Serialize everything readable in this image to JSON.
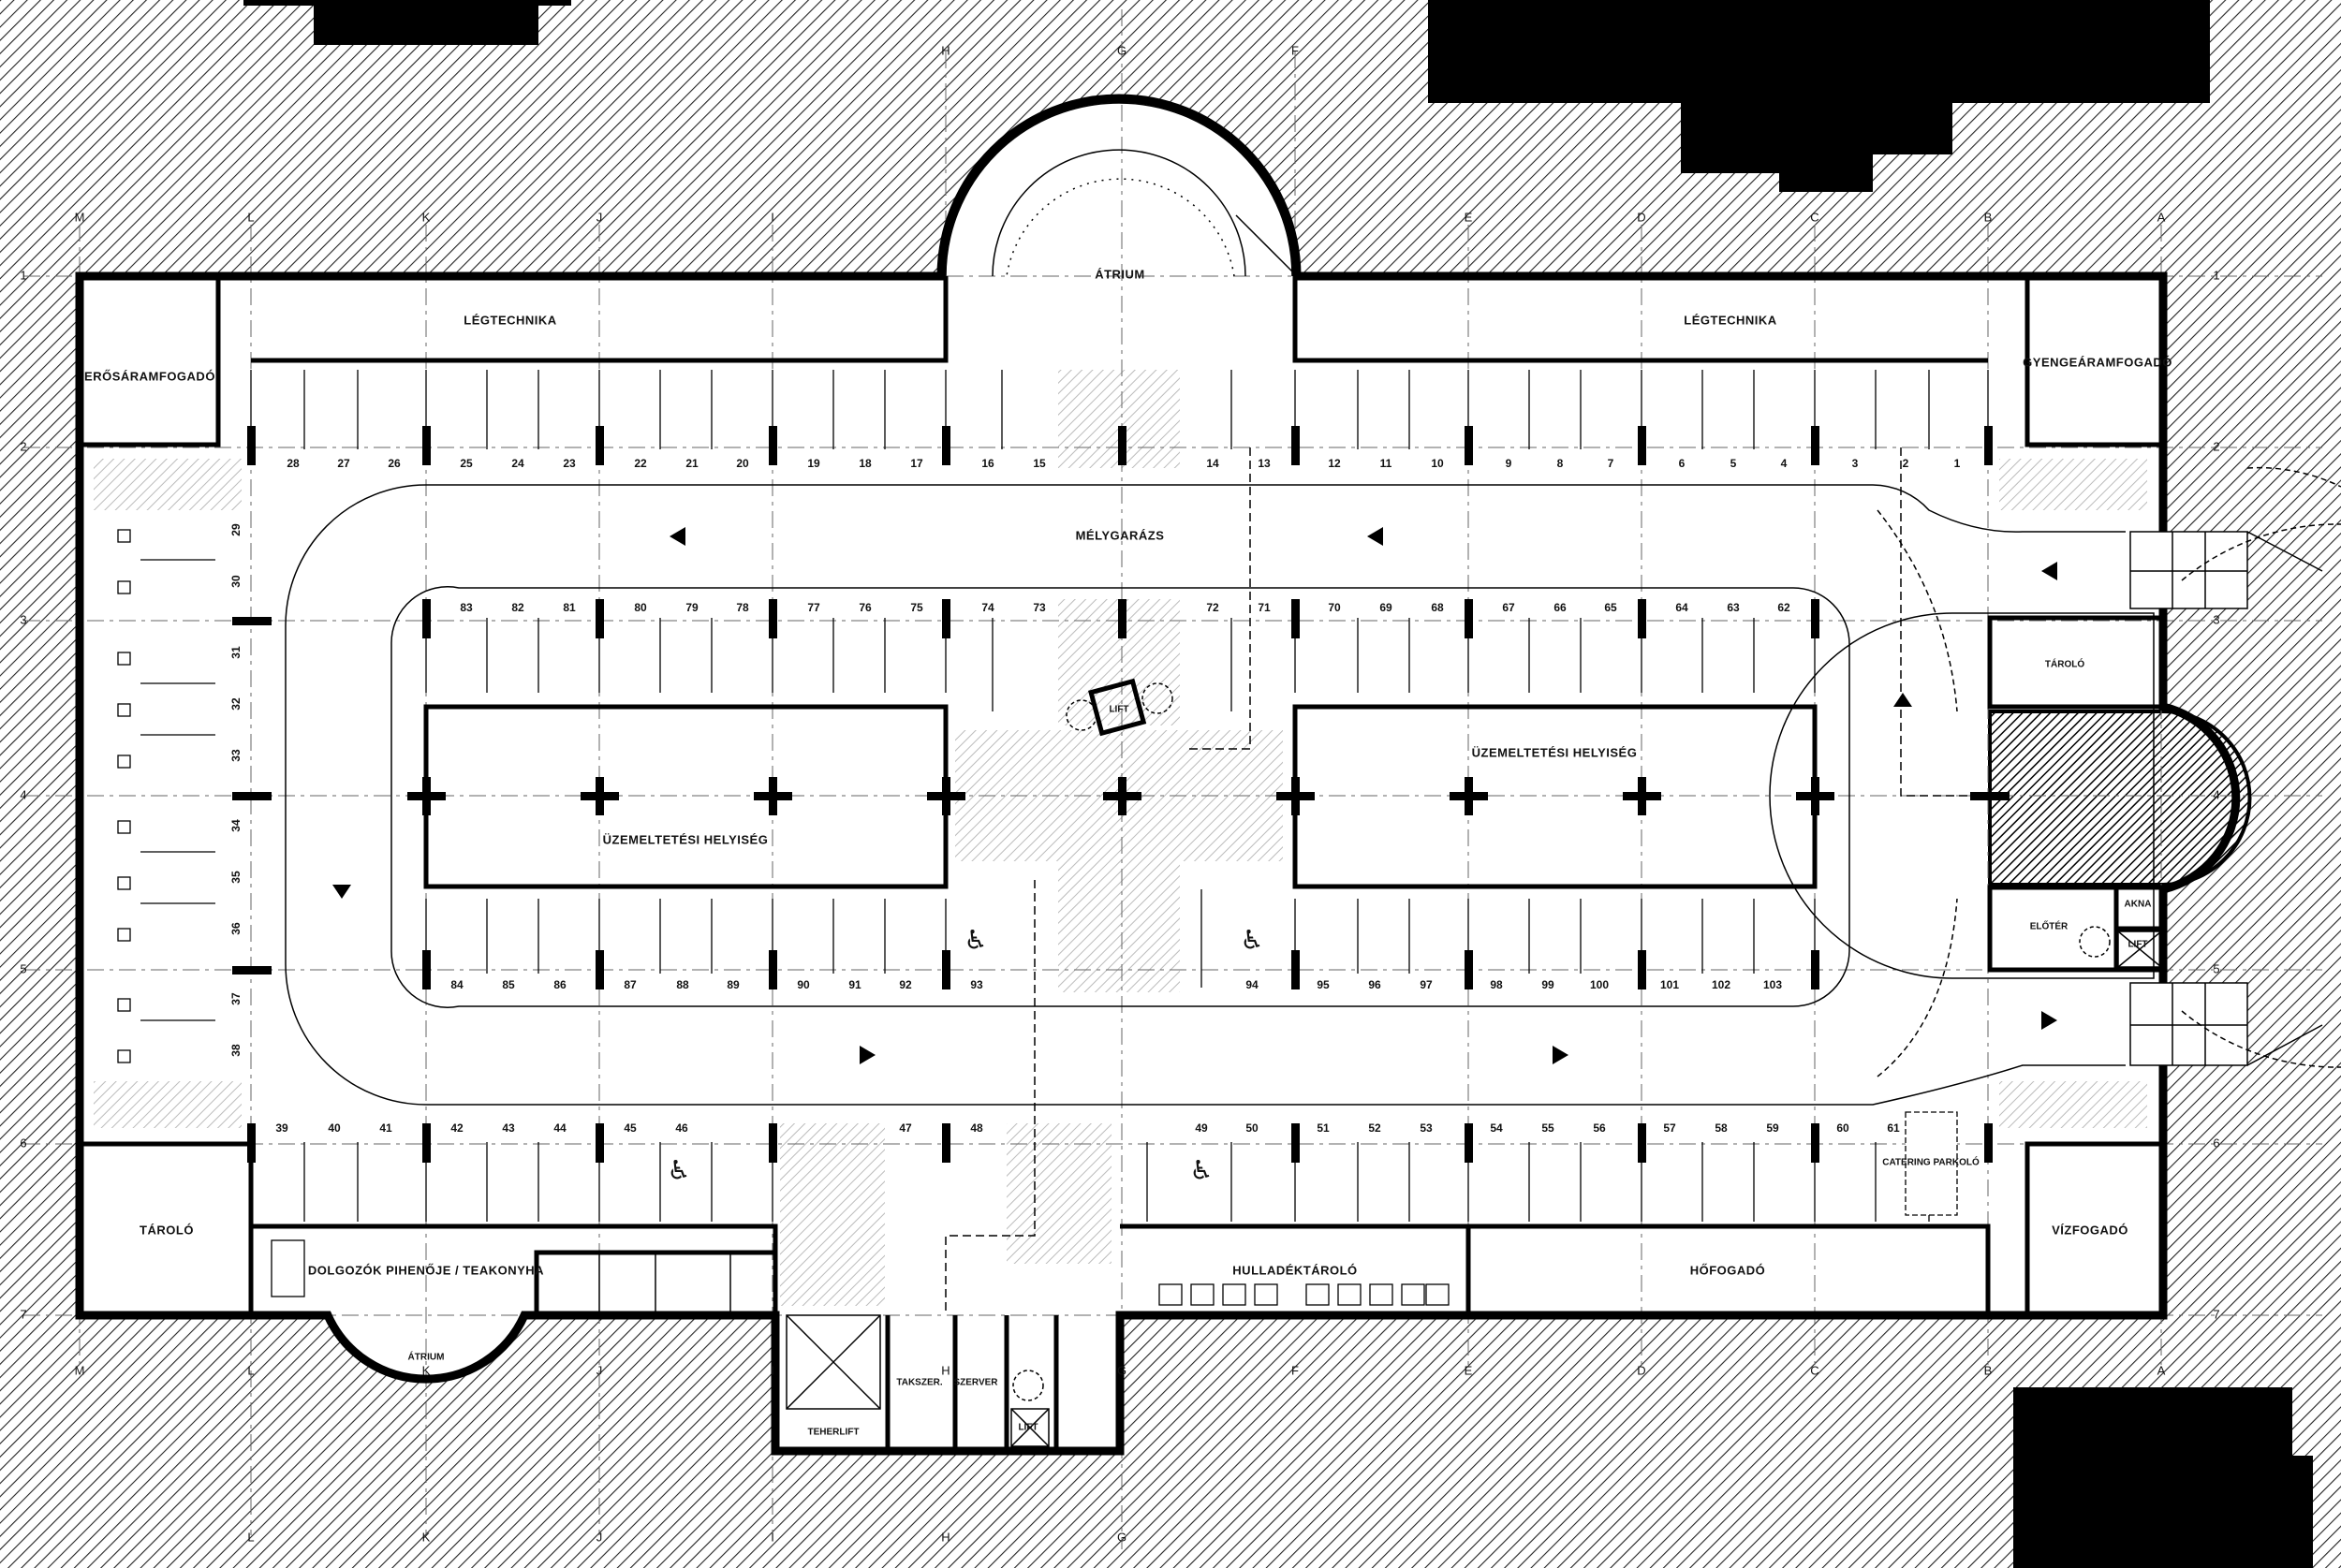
{
  "rooms": {
    "legtechnika_left": "LÉGTECHNIKA",
    "legtechnika_right": "LÉGTECHNIKA",
    "atrium_top": "ÁTRIUM",
    "atrium_bottom": "ÁTRIUM",
    "erosaram": "ERŐSÁRAMFOGADÓ",
    "gyengearam": "GYENGEÁRAMFOGADÓ",
    "melygarazs": "MÉLYGARÁZS",
    "uzemeltetesi_left": "ÜZEMELTETÉSI HELYISÉG",
    "uzemeltetesi_right": "ÜZEMELTETÉSI HELYISÉG",
    "lift_center": "LIFT",
    "taroló_right": "TÁROLÓ",
    "eloter": "ELŐTÉR",
    "akna": "AKNA",
    "lift_right": "LIFT",
    "tarolo_left": "TÁROLÓ",
    "dolgozok": "DOLGOZÓK PIHENŐJE / TEAKONYHA",
    "hulladek": "HULLADÉKTÁROLÓ",
    "hofogado": "HŐFOGADÓ",
    "vizfogado": "VÍZFOGADÓ",
    "catering": "CATERING PARKOLÓ",
    "teherlift": "TEHERLIFT",
    "takszer": "TAKSZER.",
    "szerver": "SZERVER",
    "lift_bottom": "LIFT"
  },
  "spots": {
    "top_row": [
      "28",
      "27",
      "26",
      "25",
      "24",
      "23",
      "22",
      "21",
      "20",
      "19",
      "18",
      "17",
      "16",
      "15",
      "14",
      "13",
      "12",
      "11",
      "10",
      "9",
      "8",
      "7",
      "6",
      "5",
      "4",
      "3",
      "2",
      "1"
    ],
    "inner_top": [
      "83",
      "82",
      "81",
      "80",
      "79",
      "78",
      "77",
      "76",
      "75",
      "74",
      "73",
      "72",
      "71",
      "70",
      "69",
      "68",
      "67",
      "66",
      "65",
      "64",
      "63",
      "62"
    ],
    "inner_bottom": [
      "84",
      "85",
      "86",
      "87",
      "88",
      "89",
      "90",
      "91",
      "92",
      "93",
      "94",
      "95",
      "96",
      "97",
      "98",
      "99",
      "100",
      "101",
      "102",
      "103"
    ],
    "bottom_row": [
      "39",
      "40",
      "41",
      "42",
      "43",
      "44",
      "45",
      "46",
      "47",
      "48",
      "49",
      "50",
      "51",
      "52",
      "53",
      "54",
      "55",
      "56",
      "57",
      "58",
      "59",
      "60",
      "61"
    ],
    "left_column": [
      "29",
      "30",
      "31",
      "32",
      "33",
      "34",
      "35",
      "36",
      "37",
      "38"
    ]
  },
  "grid": {
    "top": [
      "H",
      "G",
      "F"
    ],
    "upper": [
      "M",
      "L",
      "K",
      "J",
      "I",
      "E",
      "D",
      "C",
      "B",
      "A"
    ],
    "sides": [
      "1",
      "2",
      "3",
      "4",
      "5",
      "6",
      "7"
    ],
    "lower": [
      "M",
      "L",
      "K",
      "J",
      "I",
      "H",
      "G",
      "F",
      "E",
      "D",
      "C",
      "B",
      "A"
    ],
    "bottom": [
      "L",
      "K",
      "J",
      "I",
      "H",
      "G"
    ]
  }
}
